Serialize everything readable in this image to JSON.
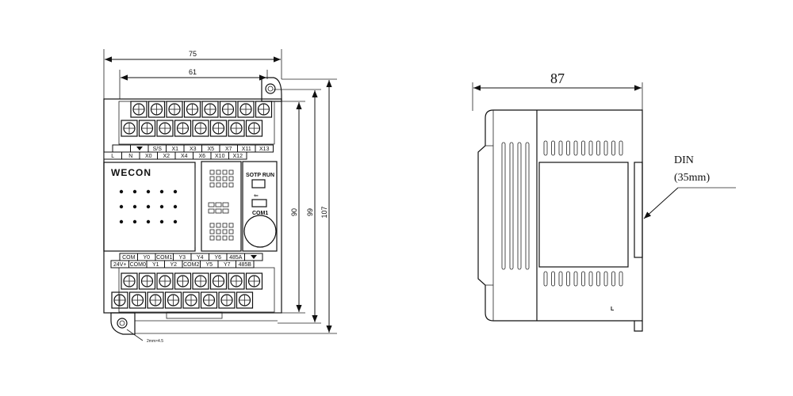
{
  "front_view": {
    "dim_overall_width": "75",
    "dim_mount_width": "61",
    "dim_height_inner": "90",
    "dim_height_mid": "99",
    "dim_height_outer": "107",
    "logo_text": "WECON",
    "top_terminal_row1": [
      "",
      "",
      "S/S",
      "X1",
      "X3",
      "X5",
      "X7",
      "X11",
      "X13"
    ],
    "top_terminal_row2": [
      "L",
      "N",
      "X0",
      "X2",
      "X4",
      "X6",
      "X10",
      "X12"
    ],
    "bottom_terminal_row1": [
      "COM",
      "Y0",
      "COM1",
      "Y3",
      "Y4",
      "Y6",
      "485A",
      ""
    ],
    "bottom_terminal_row2": [
      "24V+",
      "COM0",
      "Y1",
      "Y2",
      "COM2",
      "Y5",
      "Y7",
      "485B"
    ],
    "switch_label": "SOTP  RUN",
    "port_label": "COM1",
    "mount_hole_note": "2mm×4.5"
  },
  "side_view": {
    "dim_depth": "87",
    "din_label_line1": "DIN",
    "din_label_line2": "(35mm)",
    "l_mark": "L"
  }
}
